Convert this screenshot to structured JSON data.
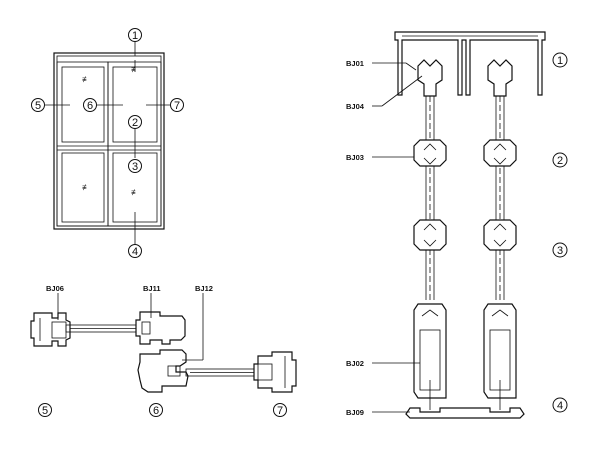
{
  "markers": {
    "m1": "1",
    "m2": "2",
    "m3": "3",
    "m4": "4",
    "m5": "5",
    "m6": "6",
    "m7": "7"
  },
  "labels": {
    "bj01": "BJ01",
    "bj02": "BJ02",
    "bj03": "BJ03",
    "bj04": "BJ04",
    "bj06": "BJ06",
    "bj09": "BJ09",
    "bj11": "BJ11",
    "bj12": "BJ12"
  },
  "glass_mark": "≢"
}
